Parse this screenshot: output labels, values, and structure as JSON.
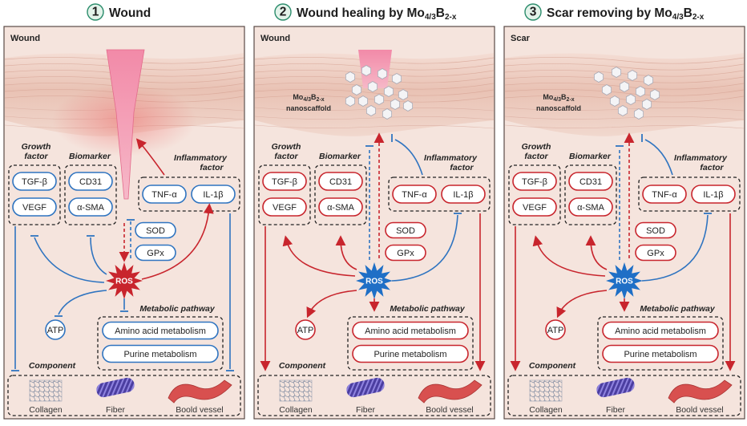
{
  "headers": [
    {
      "num": "1",
      "title": "Wound",
      "sub": ""
    },
    {
      "num": "2",
      "title": "Wound healing by Mo",
      "sub": "4/3",
      "tail": "B",
      "sub2": "2-x"
    },
    {
      "num": "3",
      "title": "Scar removing by Mo",
      "sub": "4/3",
      "tail": "B",
      "sub2": "2-x"
    }
  ],
  "panels": [
    {
      "name": "Wound",
      "ros_color": "#c8252d",
      "scaffold": false
    },
    {
      "name": "Wound",
      "ros_color": "#1f6fc6",
      "scaffold": true
    },
    {
      "name": "Scar",
      "ros_color": "#1f6fc6",
      "scaffold": true
    }
  ],
  "labels": {
    "growth_factor_1": "Growth",
    "growth_factor_2": "factor",
    "biomarker": "Biomarker",
    "inflammatory_1": "Inflammatory",
    "inflammatory_2": "factor",
    "metabolic": "Metabolic pathway",
    "component": "Component",
    "ros": "ROS",
    "atp": "ATP",
    "scaffold_1": "Mo",
    "scaffold_sub": "4/3",
    "scaffold_b": "B",
    "scaffold_sub2": "2-x",
    "scaffold_2": "nanoscaffold"
  },
  "pills": {
    "tgf": "TGF-β",
    "vegf": "VEGF",
    "cd31": "CD31",
    "asma": "α-SMA",
    "tnf": "TNF-α",
    "il1b": "IL-1β",
    "sod": "SOD",
    "gpx": "GPx",
    "amino": "Amino acid metabolism",
    "purine": "Purine metabolism"
  },
  "components": [
    "Collagen",
    "Fiber",
    "Boold vessel"
  ],
  "colors": {
    "blue": "#2f74c0",
    "red": "#c8252d",
    "panel_bg": "#f5e4dd",
    "header_circle": "#2a8c6b"
  }
}
